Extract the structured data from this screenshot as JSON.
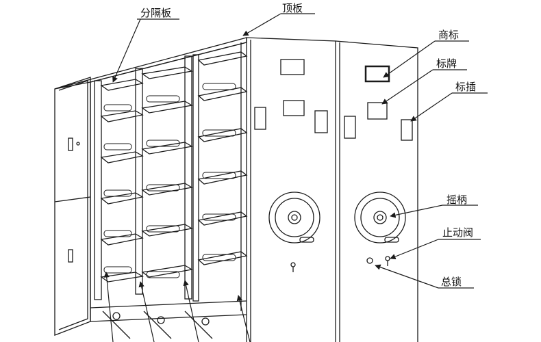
{
  "labels": {
    "divider": "分隔板",
    "top_panel": "顶板",
    "brand_label": "商标",
    "nameplate": "标牌",
    "label_slot": "标插",
    "hand_wheel": "摇柄",
    "stop_valve": "止动阀",
    "master_lock": "总锁"
  },
  "colors": {
    "line": "#1a1a1a",
    "background": "#ffffff",
    "shelf_fill": "#f4f4f4"
  }
}
